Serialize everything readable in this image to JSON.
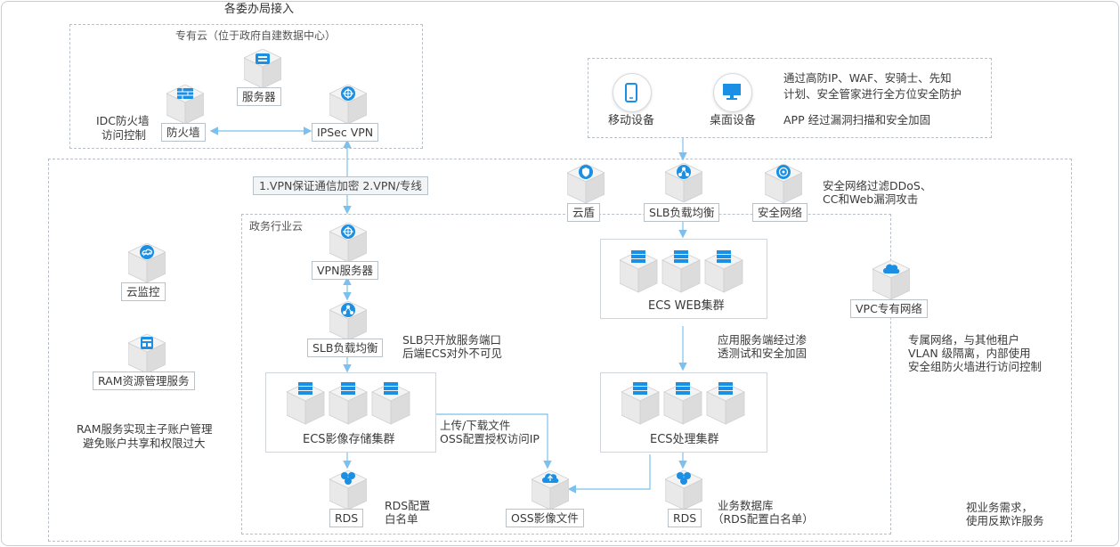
{
  "colors": {
    "accent": "#1a8fe3",
    "line": "#7cc0ee",
    "box_fill": "#ffffff",
    "cube_side": "#e3e3e3"
  },
  "titles": {
    "top": "各委办局接入",
    "private_cloud": "专有云（位于政府自建数据中心）",
    "gov_cloud": "政务行业云"
  },
  "nodes": {
    "server": "服务器",
    "firewall": "防火墙",
    "ipsec_vpn": "IPSec VPN",
    "mobile": "移动设备",
    "desktop": "桌面设备",
    "cloud_shield": "云盾",
    "slb_top": "SLB负载均衡",
    "security_net": "安全网络",
    "vpn_server": "VPN服务器",
    "slb_inner": "SLB负载均衡",
    "cloud_monitor": "云监控",
    "ram": "RAM资源管理服务",
    "ecs_web": "ECS WEB集群",
    "ecs_storage": "ECS影像存储集群",
    "ecs_proc": "ECS处理集群",
    "vpc": "VPC专有网络",
    "rds_left": "RDS",
    "oss": "OSS影像文件",
    "rds_right": "RDS"
  },
  "annotations": {
    "idc_fw": [
      "IDC防火墙",
      "访问控制"
    ],
    "vpn_channel": "1.VPN保证通信加密  2.VPN/专线",
    "device_sec": [
      "通过高防IP、WAF、安骑士、先知",
      "计划、安全管家进行全方位安全防护"
    ],
    "app_scan": "APP 经过漏洞扫描和安全加固",
    "security_net_note": [
      "安全网络过滤DDoS、",
      "CC和Web漏洞攻击"
    ],
    "slb_note": [
      "SLB只开放服务端口",
      "后端ECS对外不可见"
    ],
    "app_service_note": [
      "应用服务端经过渗",
      "透测试和安全加固"
    ],
    "vpc_note": [
      "专属网络，与其他租户",
      "VLAN 级隔离，内部使用",
      "安全组防火墙进行访问控制"
    ],
    "ram_note": [
      "RAM服务实现主子账户管理",
      "避免账户共享和权限过大"
    ],
    "upload_note": [
      "上传/下载文件",
      "OSS配置授权访问IP"
    ],
    "rds_left_note": [
      "RDS配置",
      "白名单"
    ],
    "rds_right_note": [
      "业务数据库",
      "（RDS配置白名单）"
    ],
    "antifraud_note": [
      "视业务需求，",
      "使用反欺诈服务"
    ]
  },
  "icons": [
    "server-icon",
    "firewall-icon",
    "vpn-icon",
    "mobile-icon",
    "desktop-icon",
    "shield-icon",
    "load-balancer-icon",
    "security-network-icon",
    "monitor-icon",
    "ram-icon",
    "cloud-icon",
    "database-icon",
    "oss-icon"
  ]
}
